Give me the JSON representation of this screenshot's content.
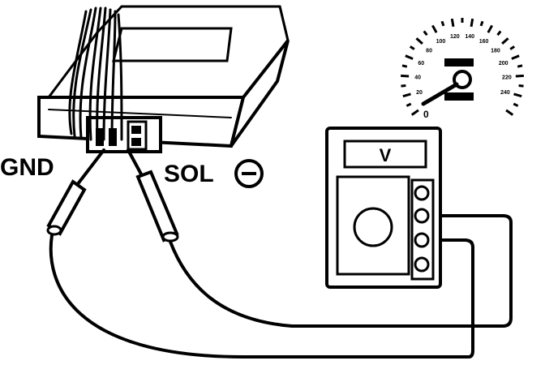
{
  "labels": {
    "ground": "GND",
    "solenoid": "SOL",
    "polarity_symbol": "⊖",
    "meter_mode": "V"
  },
  "speedometer": {
    "zero_label": "0",
    "scale_marks": [
      "20",
      "40",
      "60",
      "80",
      "100",
      "120",
      "140",
      "160",
      "180",
      "200",
      "220",
      "240"
    ]
  },
  "icons": {
    "minus_circle": "minus-circle-icon",
    "probe": "test-probe-icon",
    "multimeter": "multimeter-icon",
    "speedometer": "speedometer-icon"
  }
}
